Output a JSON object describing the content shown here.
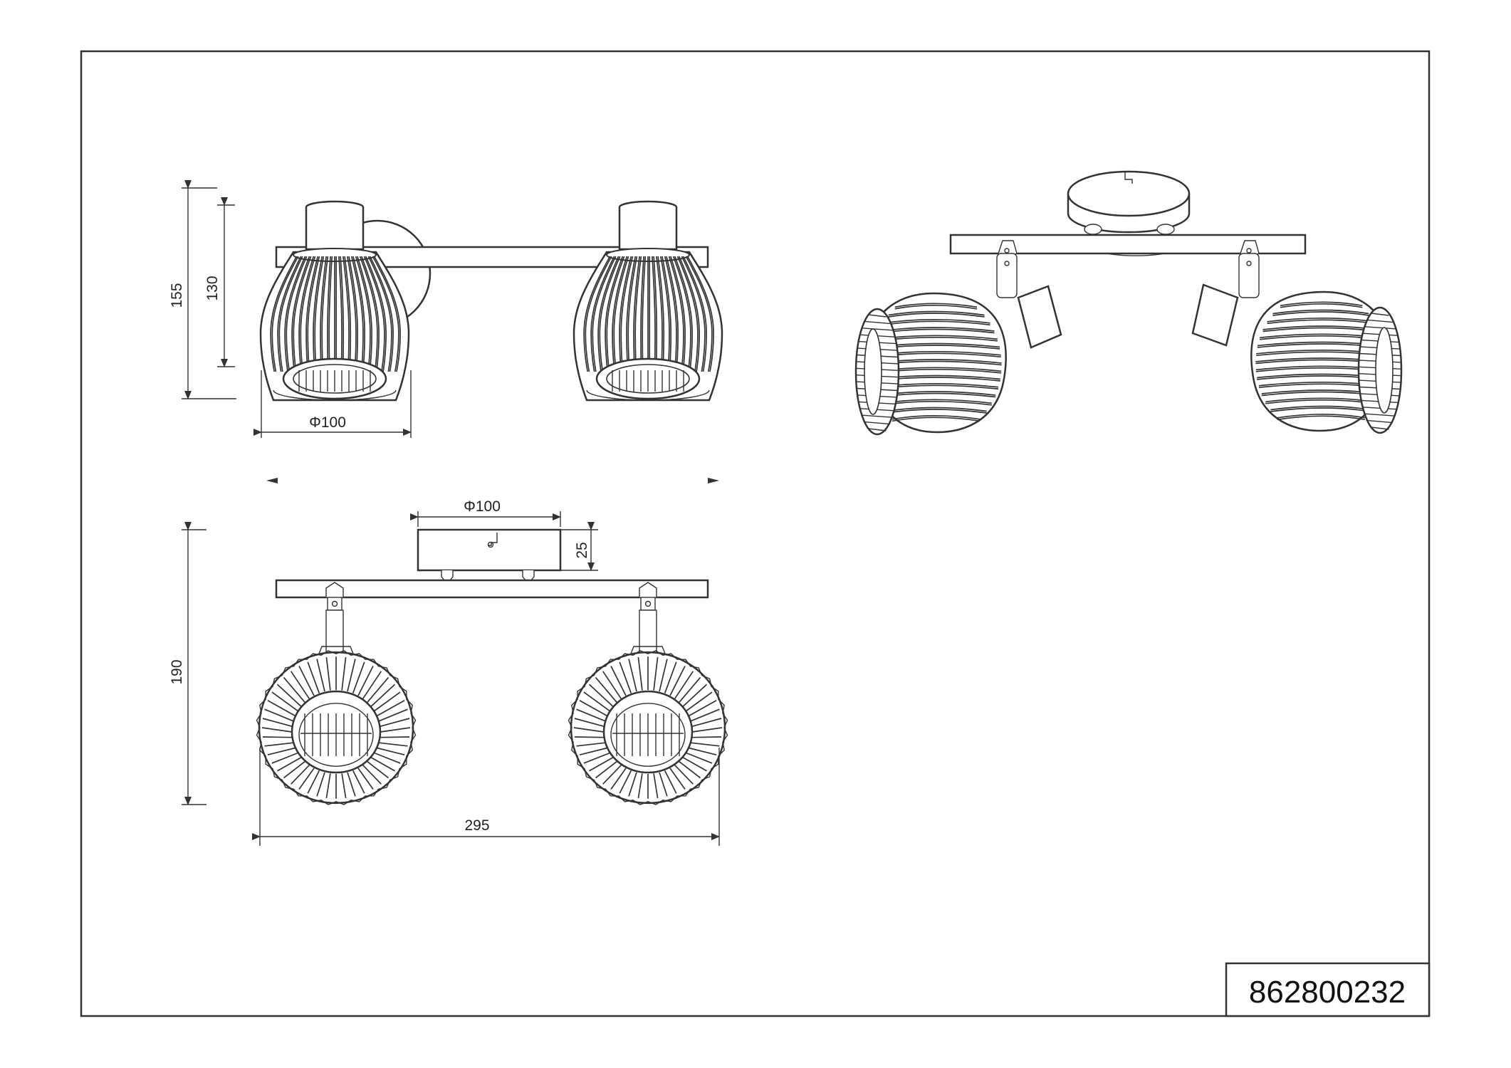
{
  "drawing": {
    "product_code": "862800232",
    "colors": {
      "line": "#333333",
      "background": "#ffffff"
    },
    "front_view": {
      "dim_total_height": "155",
      "dim_body_height": "130",
      "dim_shade_diameter": "Φ100"
    },
    "top_view": {
      "dim_canopy_diameter": "Φ100",
      "dim_canopy_height": "25",
      "dim_depth": "190",
      "dim_total_width": "295"
    }
  }
}
